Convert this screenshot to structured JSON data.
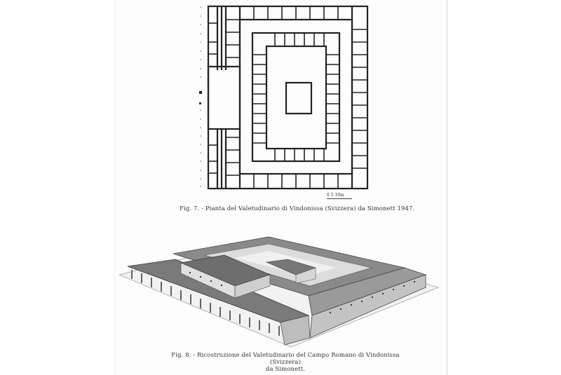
{
  "figure7": {
    "caption": "Fig. 7. - Pianta del Valetudinario di Vindonissa (Svizzera) da Simonett 1947.",
    "scale_bar": "0   5   10m",
    "type": "floor-plan"
  },
  "figure8": {
    "caption_line1": "Fig. 8. - Ricostruzione del Valetudinario del Campo Romano di Vindonissa (Svizzera)",
    "caption_line2": "da Simonett.",
    "type": "reconstruction-drawing"
  }
}
